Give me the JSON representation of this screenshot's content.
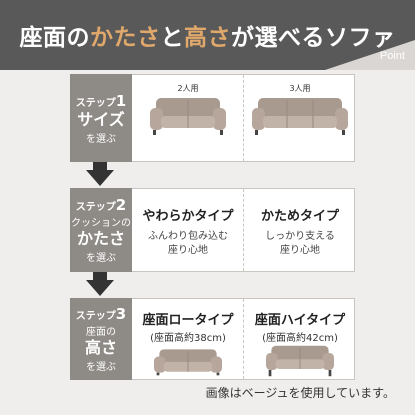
{
  "header": {
    "title_part1": "座面の",
    "title_accent": "かたさ",
    "title_part2": "と",
    "title_accent2": "高さ",
    "title_part3": "が選べるソファ",
    "point": "Point"
  },
  "steps": [
    {
      "no_prefix": "ステップ",
      "no": "1",
      "main": "サイズ",
      "sub": "を選ぶ",
      "top": "",
      "cells": [
        {
          "title": "2人用"
        },
        {
          "title": "3人用"
        }
      ]
    },
    {
      "no_prefix": "ステップ",
      "no": "2",
      "top": "クッションの",
      "main": "かたさ",
      "sub": "を選ぶ",
      "cells": [
        {
          "title": "やわらかタイプ",
          "desc1": "ふんわり包み込む",
          "desc2": "座り心地"
        },
        {
          "title": "かためタイプ",
          "desc1": "しっかり支える",
          "desc2": "座り心地"
        }
      ]
    },
    {
      "no_prefix": "ステップ",
      "no": "3",
      "top": "座面の",
      "main": "高さ",
      "sub": "を選ぶ",
      "cells": [
        {
          "title": "座面ロータイプ",
          "sub": "(座面高約38cm)"
        },
        {
          "title": "座面ハイタイプ",
          "sub": "(座面高約42cm)"
        }
      ]
    }
  ],
  "footer": "画像はベージュを使用しています。",
  "colors": {
    "header_bg": "#595959",
    "accent": "#e0a86b",
    "step_bg": "#8e8a86",
    "sofa": "#b6a69c"
  }
}
